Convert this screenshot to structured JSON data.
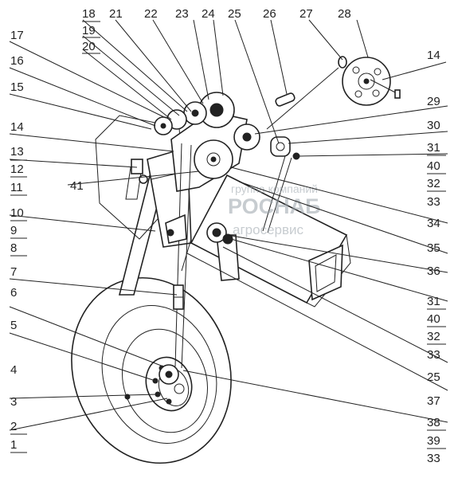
{
  "watermark": {
    "line1": "группа компаний",
    "line2": "РОСНАБ",
    "line3": "агросервис"
  },
  "callouts_left": [
    "18",
    "19",
    "20",
    "17",
    "16",
    "15",
    "14",
    "13",
    "12",
    "11",
    "10",
    "9",
    "8",
    "7",
    "6",
    "5",
    "4",
    "3",
    "2",
    "1"
  ],
  "callouts_top": [
    "21",
    "22",
    "23",
    "24",
    "25",
    "26",
    "27",
    "28"
  ],
  "callouts_right": [
    "14",
    "29",
    "30",
    "31",
    "40",
    "32",
    "33",
    "34",
    "35",
    "36",
    "31",
    "40",
    "32",
    "33",
    "25",
    "37",
    "38",
    "39",
    "33"
  ],
  "callout_mid": "41"
}
